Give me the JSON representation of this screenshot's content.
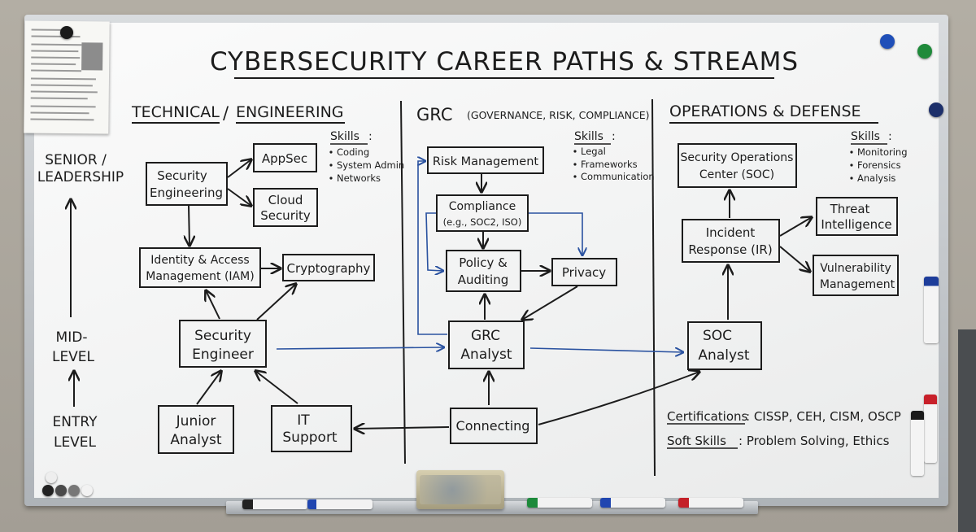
{
  "title": "CYBERSECURITY CAREER PATHS & STREAMS",
  "levels": {
    "senior": [
      "SENIOR /",
      "LEADERSHIP"
    ],
    "mid": [
      "MID-",
      "LEVEL"
    ],
    "entry": [
      "ENTRY",
      "LEVEL"
    ]
  },
  "columns": {
    "technical": {
      "heading_a": "TECHNICAL",
      "heading_sep": "/",
      "heading_b": "ENGINEERING",
      "skills_label": "Skills",
      "skills": [
        "Coding",
        "System Admin",
        "Networks"
      ]
    },
    "grc": {
      "heading": "GRC",
      "heading_sub": "(GOVERNANCE, RISK, COMPLIANCE)",
      "skills_label": "Skills",
      "skills": [
        "Legal",
        "Frameworks",
        "Communication"
      ]
    },
    "ops": {
      "heading": "OPERATIONS & DEFENSE",
      "skills_label": "Skills",
      "skills": [
        "Monitoring",
        "Forensics",
        "Analysis"
      ]
    }
  },
  "nodes": {
    "appsec": [
      "AppSec"
    ],
    "security_engineering": [
      "Security",
      "Engineering"
    ],
    "cloud_security": [
      "Cloud",
      "Security"
    ],
    "iam": [
      "Identity & Access",
      "Management (IAM)"
    ],
    "cryptography": [
      "Cryptography"
    ],
    "security_engineer": [
      "Security",
      "Engineer"
    ],
    "junior_analyst": [
      "Junior",
      "Analyst"
    ],
    "it_support": [
      "IT",
      "Support"
    ],
    "risk_management": [
      "Risk Management"
    ],
    "compliance": [
      "Compliance",
      "(e.g., SOC2, ISO)"
    ],
    "policy_auditing": [
      "Policy &",
      "Auditing"
    ],
    "privacy": [
      "Privacy"
    ],
    "grc_analyst": [
      "GRC",
      "Analyst"
    ],
    "connecting": [
      "Connecting"
    ],
    "soc": [
      "Security Operations",
      "Center (SOC)"
    ],
    "incident_response": [
      "Incident",
      "Response (IR)"
    ],
    "threat_intel": [
      "Threat",
      "Intelligence"
    ],
    "vuln_mgmt": [
      "Vulnerability",
      "Management"
    ],
    "soc_analyst": [
      "SOC",
      "Analyst"
    ]
  },
  "notes": {
    "cert_label": "Certifications",
    "cert_value": ": CISSP, CEH, CISM, OSCP",
    "soft_label": "Soft Skills",
    "soft_value": ": Problem Solving, Ethics"
  },
  "colors": {
    "ink": "#1c1c1c",
    "blue_ink": "#2a52a0"
  }
}
